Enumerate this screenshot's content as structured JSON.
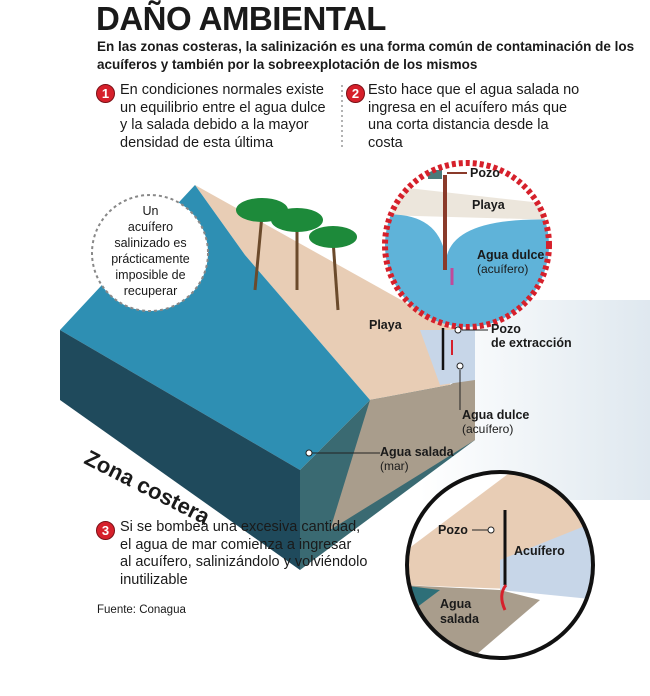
{
  "title": "DAÑO AMBIENTAL",
  "subtitle": "En las zonas costeras, la salinización es una forma común de contaminación de los acuíferos y también por la sobreexplotación de los mismos",
  "steps": [
    {
      "number": "1",
      "text_lines": [
        "En condiciones normales existe",
        "un equilibrio entre el agua dulce",
        "y la salada debido a la mayor",
        "densidad de esta última"
      ]
    },
    {
      "number": "2",
      "text_lines": [
        "Esto hace que el agua salada no",
        "ingresa en el acuífero más que",
        "una corta distancia desde la",
        "costa"
      ]
    },
    {
      "number": "3",
      "text_lines": [
        "Si se bombea una excesiva cantidad,",
        "el agua de mar comienza a ingresar",
        "al acuífero, salinizándolo y volviéndolo",
        "inutilizable"
      ]
    }
  ],
  "bubble_lines": [
    "Un",
    "acuífero",
    "salinizado es",
    "prácticamente",
    "imposible de",
    "recuperar"
  ],
  "detail_top": {
    "pozo": "Pozo",
    "playa": "Playa",
    "agua_dulce": "Agua dulce",
    "acuifero": "(acuífero)"
  },
  "main_labels": {
    "playa": "Playa",
    "pozo_extraccion_1": "Pozo",
    "pozo_extraccion_2": "de extracción",
    "agua_dulce": "Agua dulce",
    "acuifero": "(acuífero)",
    "agua_salada": "Agua salada",
    "mar": "(mar)",
    "zona_costera": "Zona costera"
  },
  "detail_bottom": {
    "pozo": "Pozo",
    "acuifero": "Acuífero",
    "agua": "Agua",
    "salada": "salada"
  },
  "source": "Fuente: Conagua",
  "colors": {
    "accent_red": "#d6202b",
    "sea": "#3a8fb0",
    "sand": "#e8cdb5",
    "aquifer": "#c7d6e8"
  }
}
